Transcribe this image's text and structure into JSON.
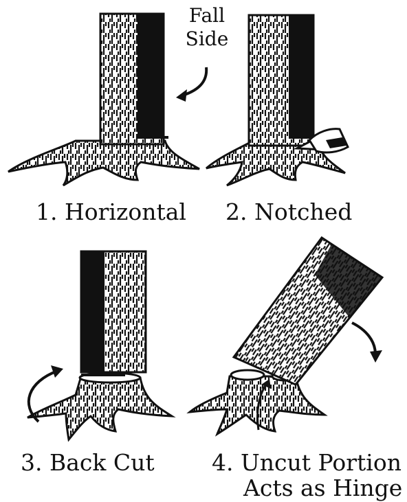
{
  "annotation": {
    "line1": "Fall",
    "line2": "Side"
  },
  "steps": [
    {
      "label": "1. Horizontal"
    },
    {
      "label": "2. Notched"
    },
    {
      "label": "3. Back Cut"
    },
    {
      "label": "4. Uncut Portion",
      "label2": "Acts as Hinge"
    }
  ],
  "colors": {
    "ink": "#111111",
    "paper": "#ffffff"
  }
}
